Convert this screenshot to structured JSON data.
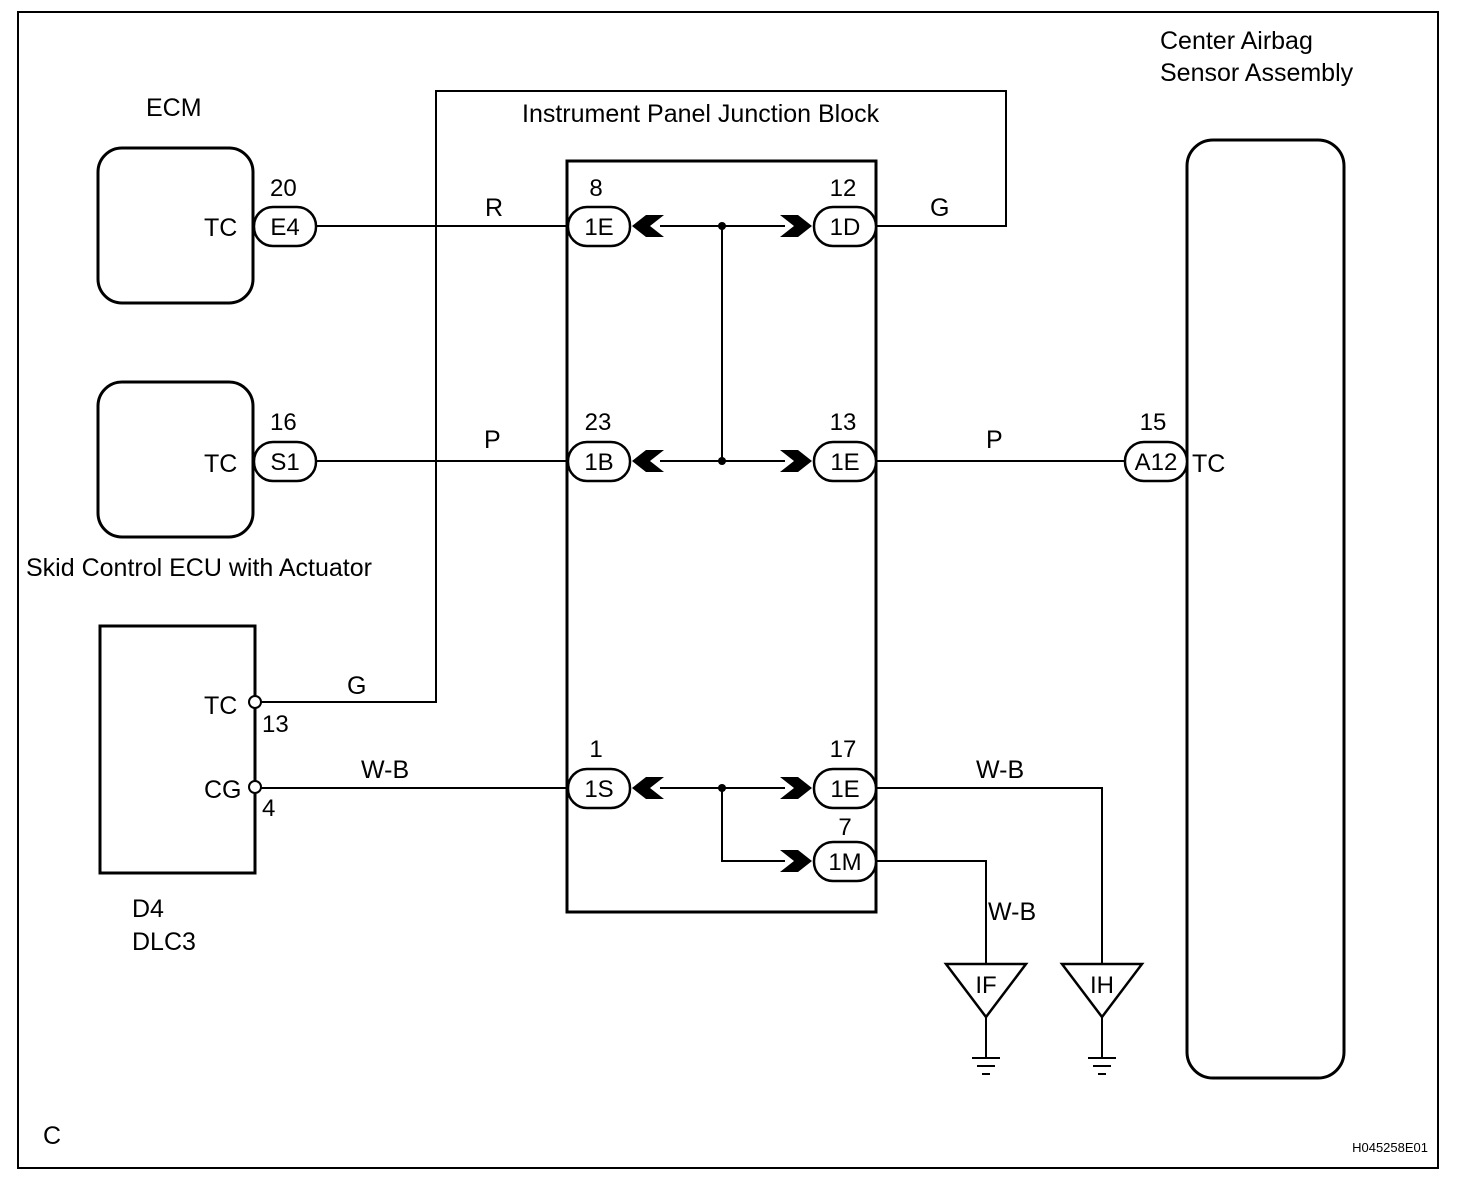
{
  "corner_letter": "C",
  "figure_code": "H045258E01",
  "components": {
    "ecm": {
      "title": "ECM",
      "terminal": "TC",
      "connector": "E4",
      "pin": "20"
    },
    "skid": {
      "title": "Skid Control ECU with Actuator",
      "terminal": "TC",
      "connector": "S1",
      "pin": "16"
    },
    "dlc3": {
      "title_line1": "D4",
      "title_line2": "DLC3",
      "tc_terminal": "TC",
      "tc_pin": "13",
      "cg_terminal": "CG",
      "cg_pin": "4"
    },
    "junction_block": {
      "title": "Instrument Panel Junction Block",
      "connectors": [
        {
          "pin": "8",
          "code": "1E"
        },
        {
          "pin": "12",
          "code": "1D"
        },
        {
          "pin": "23",
          "code": "1B"
        },
        {
          "pin": "13",
          "code": "1E"
        },
        {
          "pin": "1",
          "code": "1S"
        },
        {
          "pin": "17",
          "code": "1E"
        },
        {
          "pin": "7",
          "code": "1M"
        }
      ]
    },
    "airbag": {
      "title_line1": "Center Airbag",
      "title_line2": "Sensor Assembly",
      "terminal": "TC",
      "connector": "A12",
      "pin": "15"
    }
  },
  "wire_colors": {
    "ecm_to_jb": "R",
    "jb_to_dlc_tc": "G",
    "dlc_tc": "G",
    "skid_to_jb": "P",
    "jb_to_airbag": "P",
    "dlc_cg": "W-B",
    "jb_to_ih": "W-B",
    "jb_to_if": "W-B"
  },
  "grounds": {
    "if": "IF",
    "ih": "IH"
  }
}
